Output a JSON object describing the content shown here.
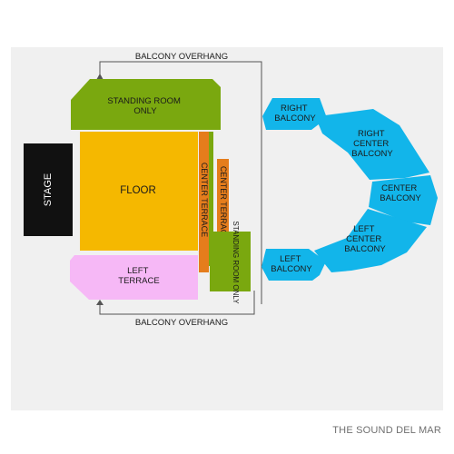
{
  "venue_name": "THE SOUND DEL MAR",
  "stage": {
    "label": "STAGE"
  },
  "balcony_overhang_top": "BALCONY OVERHANG",
  "balcony_overhang_bottom": "BALCONY OVERHANG",
  "sections": {
    "standing_room_top": {
      "lines": [
        "STANDING ROOM",
        "ONLY"
      ],
      "color": "#7aa80f"
    },
    "floor": {
      "lines": [
        "FLOOR"
      ],
      "color": "#f5b800"
    },
    "center_terrace_left": {
      "text": "CENTER TERRACE",
      "color": "#e57d1c"
    },
    "center_terrace_right": {
      "text": "CENTER TERRACE",
      "color": "#e57d1c"
    },
    "standing_room_right": {
      "text": "STANDING ROOM ONLY",
      "color": "#7aa80f"
    },
    "left_terrace": {
      "lines": [
        "LEFT",
        "TERRACE"
      ],
      "color": "#f6b8f6"
    },
    "right_balcony": {
      "lines": [
        "RIGHT",
        "BALCONY"
      ],
      "color": "#12b5ea"
    },
    "right_center_balcony": {
      "lines": [
        "RIGHT",
        "CENTER",
        "BALCONY"
      ],
      "color": "#12b5ea"
    },
    "center_balcony": {
      "lines": [
        "CENTER",
        "BALCONY"
      ],
      "color": "#12b5ea"
    },
    "left_center_balcony": {
      "lines": [
        "LEFT",
        "CENTER",
        "BALCONY"
      ],
      "color": "#12b5ea"
    },
    "left_balcony": {
      "lines": [
        "LEFT",
        "BALCONY"
      ],
      "color": "#12b5ea"
    }
  },
  "colors": {
    "background_panel": "#f0f0f0",
    "stage": "#111111",
    "outline": "#555555"
  }
}
